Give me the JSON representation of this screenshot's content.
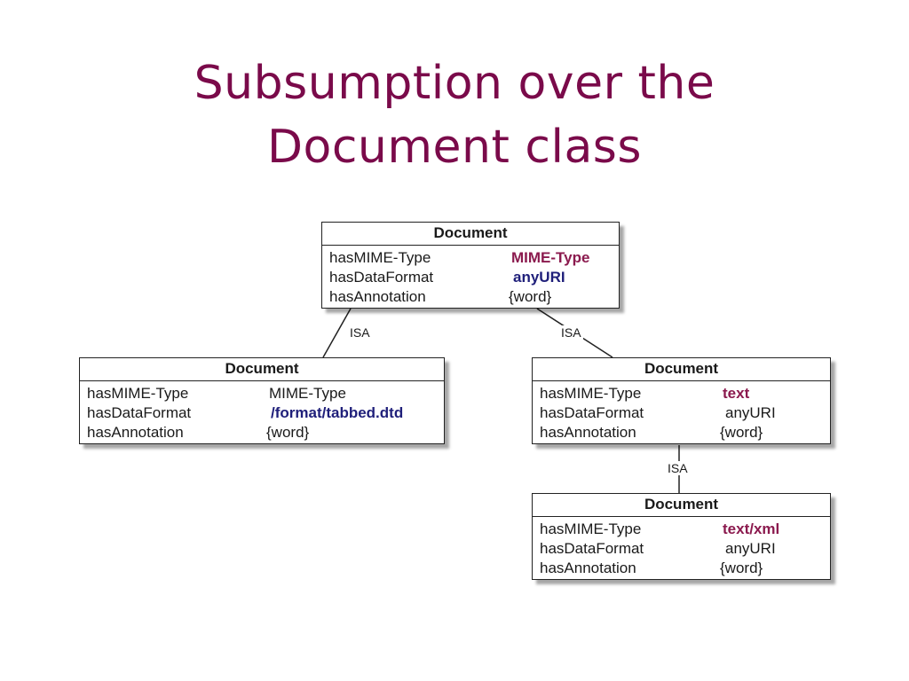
{
  "title": {
    "line1": "Subsumption over the",
    "line2": "Document class"
  },
  "edge_label": "ISA",
  "boxes": {
    "top": {
      "header": "Document",
      "rows": [
        {
          "attr": "hasMIME-Type",
          "value": "MIME-Type"
        },
        {
          "attr": "hasDataFormat",
          "value": "anyURI"
        },
        {
          "attr": "hasAnnotation",
          "value": "{word}"
        }
      ]
    },
    "left": {
      "header": "Document",
      "rows": [
        {
          "attr": "hasMIME-Type",
          "value": "MIME-Type"
        },
        {
          "attr": "hasDataFormat",
          "value": "/format/tabbed.dtd"
        },
        {
          "attr": "hasAnnotation",
          "value": "{word}"
        }
      ]
    },
    "right": {
      "header": "Document",
      "rows": [
        {
          "attr": "hasMIME-Type",
          "value": "text"
        },
        {
          "attr": "hasDataFormat",
          "value": "anyURI"
        },
        {
          "attr": "hasAnnotation",
          "value": "{word}"
        }
      ]
    },
    "bottom": {
      "header": "Document",
      "rows": [
        {
          "attr": "hasMIME-Type",
          "value": "text/xml"
        },
        {
          "attr": "hasDataFormat",
          "value": "anyURI"
        },
        {
          "attr": "hasAnnotation",
          "value": "{word}"
        }
      ]
    }
  },
  "colors": {
    "title": "#7a0a4a",
    "highlight_maroon": "#8b1a4e",
    "highlight_navy": "#1f1f7a"
  }
}
